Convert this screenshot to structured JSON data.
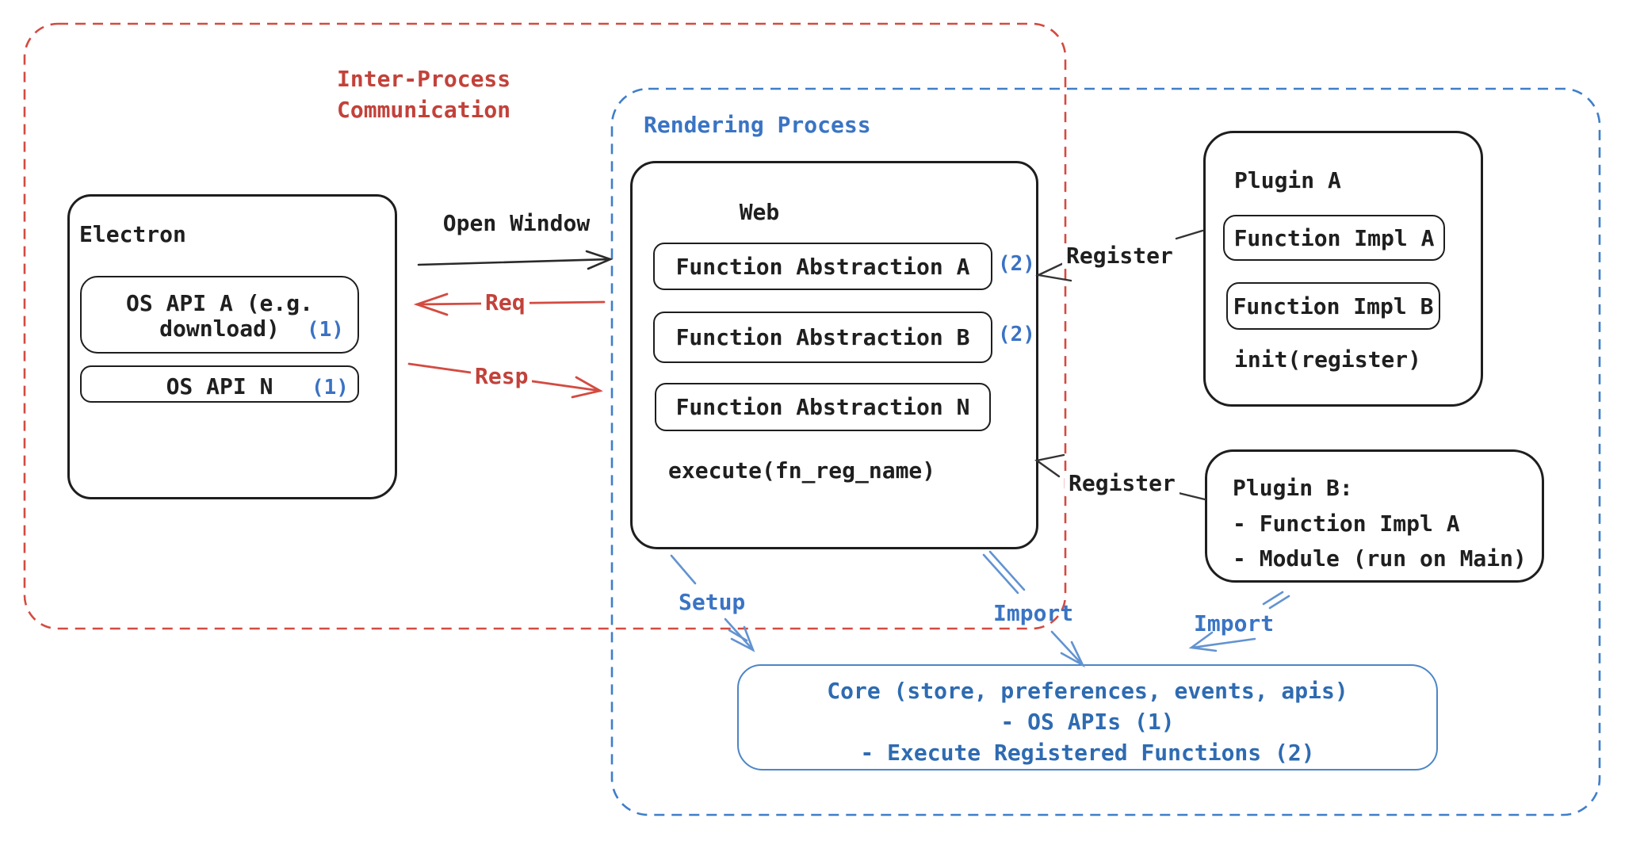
{
  "ipc": {
    "label": "Inter-Process\nCommunication"
  },
  "rendering": {
    "label": "Rendering Process"
  },
  "electron": {
    "title": "Electron",
    "api_a_line1": "OS API A (e.g.",
    "api_a_line2": "download)",
    "api_a_badge": "(1)",
    "api_n_label": "OS API N",
    "api_n_badge": "(1)"
  },
  "web": {
    "title": "Web",
    "fa_a": "Function Abstraction A",
    "fa_a_badge": "(2)",
    "fa_b": "Function Abstraction B",
    "fa_b_badge": "(2)",
    "fa_n": "Function Abstraction N",
    "execute": "execute(fn_reg_name)"
  },
  "plugin_a": {
    "title": "Plugin A",
    "impl_a": "Function Impl A",
    "impl_b": "Function Impl B",
    "init": "init(register)"
  },
  "plugin_b": {
    "title": "Plugin B:",
    "line1": "- Function Impl A",
    "line2": "- Module (run on Main)"
  },
  "core": {
    "text": "Core (store, preferences, events, apis)\n- OS APIs (1)\n- Execute Registered Functions (2)"
  },
  "arrows": {
    "open_window": "Open Window",
    "req": "Req",
    "resp": "Resp",
    "register_top": "Register",
    "register_bottom": "Register",
    "setup": "Setup",
    "import_web": "Import",
    "import_plugin": "Import"
  },
  "colors": {
    "red_text": "#c2423a",
    "red_line": "#d34b41",
    "blue_text": "#3a74c4",
    "blue_dash": "#3f7ec9",
    "blue_arrow": "#6293d1",
    "core_text": "#2e6bb2",
    "core_border": "#4c86c7",
    "black": "#1e1e1e"
  }
}
